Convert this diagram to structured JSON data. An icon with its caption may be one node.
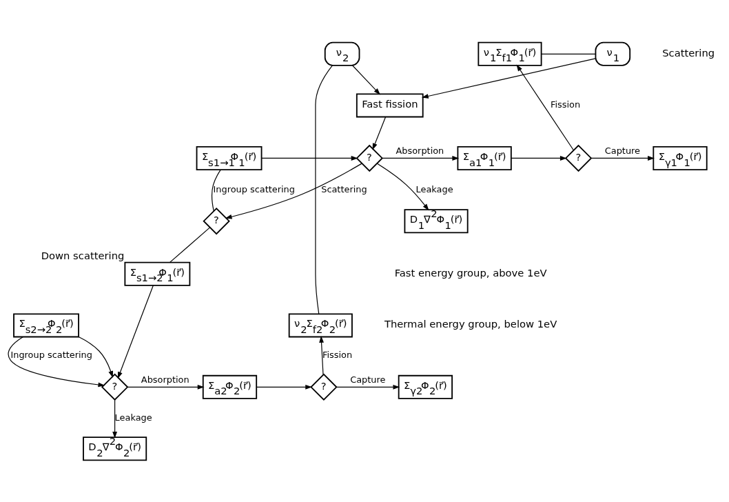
{
  "diagram": {
    "nodes": [
      {
        "text": [
          "ν$_{2}$"
        ]
      },
      {
        "text": [
          "Fast fission"
        ]
      },
      {
        "text": [
          "ν$_{1}$"
        ]
      },
      {
        "text": [
          "ν$_{1}$Σ$_{f1}$Φ$_{1}$(r⃗)"
        ]
      },
      {
        "text": [
          "Σ$_{s1→1}$Φ$_{1}$(r⃗)"
        ]
      },
      {
        "text": [
          "D$_{1}$∇$^{2}$Φ$_{1}$(r⃗)"
        ]
      },
      {
        "text": [
          "?"
        ]
      },
      {
        "text": [
          "Σ$_{a1}$Φ$_{1}$(r⃗)"
        ]
      },
      {
        "text": [
          "?"
        ]
      },
      {
        "text": [
          "Σ$_{γ1}$Φ$_{1}$(r⃗)"
        ]
      },
      {
        "text": [
          "?"
        ]
      },
      {
        "text": [
          "Σ$_{s1→2}$Φ$_{1}$(r⃗)"
        ],
        "beside": [
          "Down scattering"
        ]
      },
      {
        "text": [
          "?"
        ]
      },
      {
        "text": [
          "Σ$_{s2→2}$Φ$_{2}$(r⃗)"
        ]
      },
      {
        "text": [
          "D$_{2}$∇$^{2}$Φ$_{2}$(r⃗)"
        ]
      },
      {
        "text": [
          "Σ$_{a2}$Φ$_{2}$(r⃗)"
        ]
      },
      {
        "text": [
          "?"
        ]
      },
      {
        "text": [
          "ν$_{2}$Σ$_{f2}$Φ$_{2}$(r⃗)"
        ]
      },
      {
        "text": [
          "Σ$_{γ2}$Φ$_{2}$(r⃗)"
        ]
      }
    ],
    "edges": [
      {
        "from": 17,
        "to": 0,
        "arrow": "none"
      },
      {
        "from": 0,
        "to": 1,
        "arrow": "to"
      },
      {
        "from": 3,
        "to": 2,
        "arrow": "none"
      },
      {
        "from": 2,
        "to": 1,
        "arrow": "to"
      },
      {
        "from": 8,
        "to": 3,
        "arrow": "to",
        "label": "Fission"
      },
      {
        "from": 1,
        "to": 6,
        "arrow": "to"
      },
      {
        "from": 4,
        "to": 6,
        "arrow": "to"
      },
      {
        "from": 6,
        "to": 5,
        "arrow": "to",
        "label": "Leakage"
      },
      {
        "from": 6,
        "to": 7,
        "arrow": "to",
        "label": "Absorption"
      },
      {
        "from": 7,
        "to": 8,
        "arrow": "to"
      },
      {
        "from": 8,
        "to": 9,
        "arrow": "to",
        "label": "Capture"
      },
      {
        "from": 6,
        "to": 10,
        "arrow": "to",
        "label": "Scattering"
      },
      {
        "from": 10,
        "to": 4,
        "arrow": "none",
        "label": "Ingroup scattering"
      },
      {
        "from": 10,
        "to": 11,
        "arrow": "none"
      },
      {
        "from": 11,
        "to": 12,
        "arrow": "to"
      },
      {
        "from": 13,
        "to": 12,
        "arrow": "to"
      },
      {
        "from": 12,
        "to": 14,
        "arrow": "to",
        "label": "Leakage"
      },
      {
        "from": 12,
        "to": 15,
        "arrow": "to",
        "label": "Absorption"
      },
      {
        "from": 15,
        "to": 16,
        "arrow": "to"
      },
      {
        "from": 16,
        "to": 17,
        "arrow": "to",
        "label": "Fission"
      },
      {
        "from": 16,
        "to": 18,
        "arrow": "to",
        "label": "Capture"
      },
      {
        "from": 13,
        "to": 12,
        "arrow": "to",
        "label": "Ingroup scattering"
      }
    ],
    "labels": [
      "Fast energy group, above 1eV",
      "Thermal energy group, below 1eV",
      "Scattering"
    ]
  }
}
